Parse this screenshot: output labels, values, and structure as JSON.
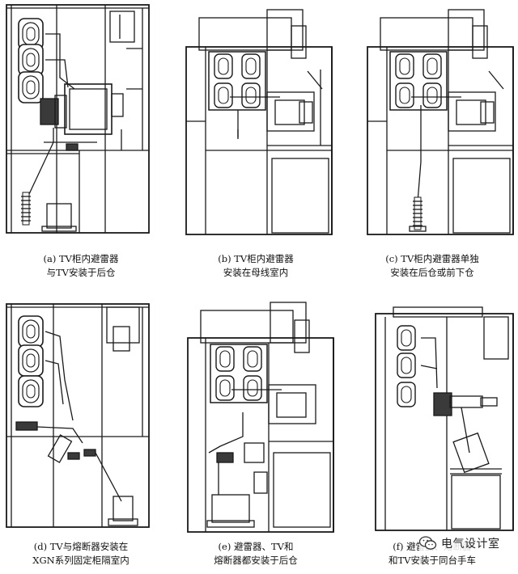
{
  "captions": {
    "a": [
      "(a) TV柜内避雷器",
      "与TV安装于后仓"
    ],
    "b": [
      "(b) TV柜内避雷器",
      "安装在母线室内"
    ],
    "c": [
      "(c) TV柜内避雷器单独",
      "安装在后仓或前下仓"
    ],
    "d": [
      "(d) TV与熔断器安装在",
      "XGN系列固定柜隔室内"
    ],
    "e": [
      "(e) 避雷器、TV和",
      "熔断器都安装于后仓"
    ],
    "f": [
      "(f) 避雷器、熔断器",
      "和TV安装于同台手车"
    ]
  },
  "watermark": {
    "text": "电气设计室",
    "icon": "wechat-icon"
  },
  "colors": {
    "line": "#1a1a1a",
    "fill": "#ffffff",
    "accent_fill": "#3a3a3a",
    "background": "#ffffff"
  }
}
